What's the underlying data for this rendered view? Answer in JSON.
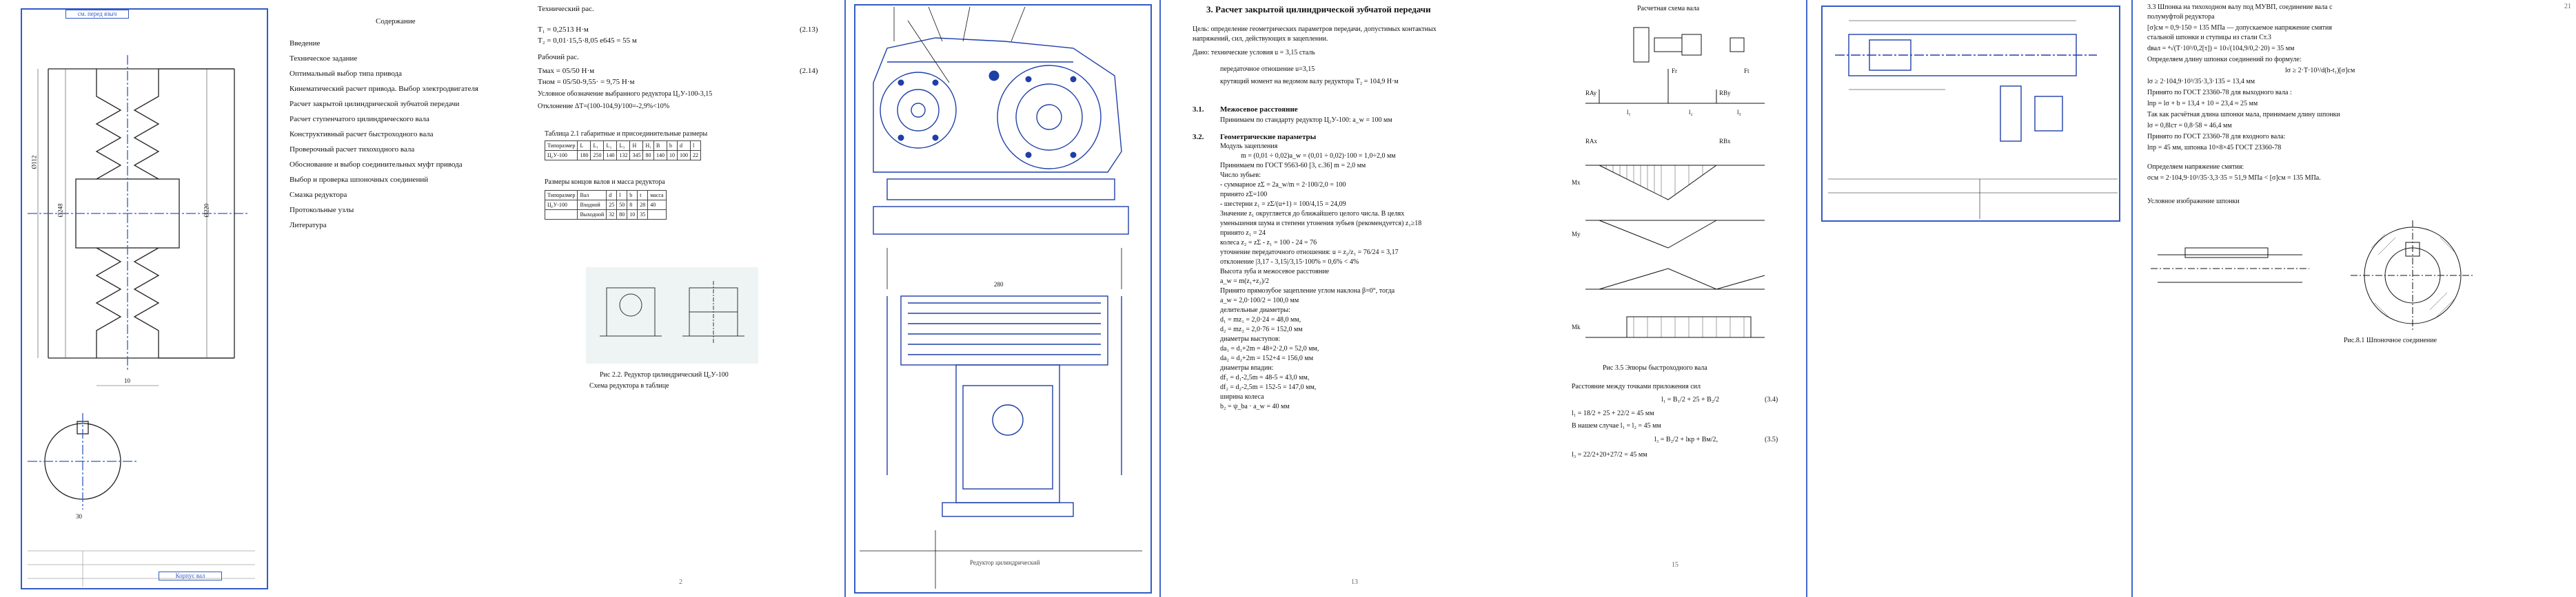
{
  "drawing1": {
    "stamp_top": "см. перед языч",
    "stamp_bottom": "Корпус вал",
    "dims": [
      "Ø112",
      "Ø248",
      "Ø220",
      "10",
      "30"
    ]
  },
  "toc": {
    "title": "Содержание",
    "items": [
      "Введение",
      "Техническое задание",
      "Оптимальный выбор типа привода",
      "Кинематический расчет привода. Выбор электродвигателя",
      "Расчет закрытой цилиндрической зубчатой передачи",
      "Расчет ступенчатого цилиндрического вала",
      "Конструктивный расчет быстроходного вала",
      "Проверочный расчет тихоходного вала",
      "Обоснование и выбор соединительных муфт привода",
      "Выбор и проверка шпоночных соединений",
      "Смазка редуктора",
      "Протокольные узлы",
      "Литература"
    ]
  },
  "calc1": {
    "lines": [
      "Технический рас.",
      "T₁ = 0,2513 Н·м",
      "T₂ = 0,01·15,5·8,05 е645 = 55 м",
      "Рабочий рас.",
      "Tмах = 05/50 Н·м",
      "Tном = 05/50-9,55· = 9,75 Н·м",
      "Условное обозначение выбранного редуктора Ц₂У-100-3,15",
      "Отклонение ΔT=(100-104,9)/100=-2,9%<10%"
    ],
    "eq1": "(2.13)",
    "eq2": "(2.14)",
    "table_title": "Таблица 2.1 габаритные и присоединительные размеры",
    "table1_head": [
      "Типоразмер",
      "L",
      "L₁",
      "L₂",
      "L₃",
      "H",
      "H₁",
      "B",
      "b",
      "d",
      "l"
    ],
    "table1_row": [
      "Ц₂У-100",
      "180",
      "250",
      "140",
      "132",
      "345",
      "80",
      "140",
      "10",
      "100",
      "22"
    ],
    "table2_title": "Размеры концов валов и масса редуктора",
    "table2_head": [
      "Типоразмер",
      "Вал",
      "d",
      "l",
      "b",
      "t",
      "масса"
    ],
    "table2_rows": [
      [
        "Ц₂У-100",
        "Входной",
        "25",
        "50",
        "8",
        "28",
        "40"
      ],
      [
        "",
        "Выходной",
        "32",
        "80",
        "10",
        "35",
        ""
      ]
    ],
    "fig_caption": "Рис 2.2. Редуктор цилиндрический Ц₂У-100",
    "fig_sub": "Схема редуктора в таблице"
  },
  "assembly": {
    "title_block": "Редуктор цилиндрический",
    "dim": "280"
  },
  "gear": {
    "heading": "3. Расчет закрытой цилиндрической зубчатой передачи",
    "intro": [
      "Цель: определение геометрических параметров передачи, допустимых контактных",
      "напряжений, сил, действующих в зацеплении.",
      "Дано: технические условия u = 3,15 сталь",
      "передаточное отношение u=3,15",
      "крутящий момент на ведомом валу редуктора T₂ = 104,9 Н·м"
    ],
    "s31": "3.1.",
    "s31_title": "Межосевое расстояние",
    "s31_text": "Принимаем по стандарту редуктор Ц₂У-100: a_w = 100 мм",
    "s32": "3.2.",
    "s32_title": "Геометрические параметры",
    "body": [
      "Модуль зацепления",
      "m = (0,01 ÷ 0,02)a_w = (0,01 ÷ 0,02)·100 = 1,0÷2,0 мм",
      "Принимаем по ГОСТ 9563-60 [3, c.36] m = 2,0 мм",
      "Число зубьев:",
      "- суммарное zΣ = 2a_w/m = 2·100/2,0 = 100",
      "принято zΣ=100",
      "- шестерни z₁ = zΣ/(u+1) = 100/4,15 = 24,09",
      "Значение z₁ округляется до ближайшего целого числа. В целях",
      "уменьшения шума и степени утонения зубьев (рекомендуется) z₁≥18",
      "принято z₁ = 24",
      "колеса z₂ = zΣ - z₁ = 100 - 24 = 76",
      "уточнение передаточного отношения: u = z₂/z₁ = 76/24 = 3,17",
      "отклонение |3,17 - 3,15|/3,15·100% = 0,6% < 4%",
      "Высота зуба и межосевое расстояние",
      "a_w = m(z₁+z₂)/2",
      "Принято прямозубое зацепление углом наклона β=0°, тогда",
      "a_w = 2,0·100/2 = 100,0 мм",
      "делительные диаметры:",
      "d₁ = mz₁ = 2,0·24 = 48,0 мм,",
      "d₂ = mz₂ = 2,0·76 = 152,0 мм",
      "диаметры выступов:",
      "da₁ = d₁+2m = 48+2·2,0 = 52,0 мм,",
      "da₂ = d₂+2m = 152+4 = 156,0 мм",
      "диаметры впадин:",
      "df₁ = d₁-2,5m = 48-5 = 43,0 мм,",
      "df₂ = d₂-2,5m = 152-5 = 147,0 мм,",
      "ширина колеса",
      "b₂ = ψ_ba · a_w = 40 мм"
    ]
  },
  "shaft": {
    "title": "Расчетная схема вала",
    "labels": [
      "Fr",
      "Ft",
      "RAy",
      "RBy",
      "RAx",
      "RBx",
      "Mx",
      "My",
      "Mk",
      "l₁",
      "l₂",
      "l₃"
    ],
    "caption": "Рис 3.5 Эпюры быстроходного вала",
    "lines": [
      "Расстояние между точками приложения сил",
      "l₁ = B₁/2 + 25 + B₂/2",
      "l₁ = 18/2 + 25 + 22/2 = 45 мм",
      "В нашем случае l₁ = l₂ = 45 мм",
      "l₃ = B₂/2 + lкр + Bм/2,",
      "l₃ = 22/2+20+27/2 = 45 мм"
    ],
    "eq1": "(3.4)",
    "eq2": "(3.5)"
  },
  "keys": {
    "lines": [
      "3.3  Шпонка на тихоходном валу под МУВП, соединение вала с",
      "полумуфтой редуктора",
      "[σ]см = 0,9·150 = 135 МПа — допускаемое напряжение смятия",
      "стальной шпонки и ступицы из стали Ст.3",
      "dвал = ⁴√(T·10³/0,2[τ]) = 10√(104,9/0,2·20) = 35 мм",
      "Определяем длину шпонки соединений по формуле:",
      "lσ ≥ 2·T·10³/d(h-t₁)[σ]см",
      "lσ ≥ 2·104,9·10³/35·3,3·135 = 13,4 мм",
      "Принято по ГОСТ 23360-78  для выходного вала :",
      "lпр = lσ + b = 13,4 + 10 = 23,4 ≈ 25 мм",
      "Так как расчётная длина шпонки мала, принимаем длину шпонки",
      "lσ = 0,8lст = 0,8·58 = 46,4 мм",
      "Принято по ГОСТ 23360-78  для входного вала:",
      "lпр = 45 мм, шпонка 10×8×45 ГОСТ 23360-78",
      "Определяем напряжение смятия:",
      "σсм = 2·104,9·10³/35·3,3·35 = 51,9 МПа < [σ]см = 135 МПа."
    ],
    "sketch_title": "Условное изображение шпонки",
    "caption": "Рис.8.1 Шпоночное соединение"
  },
  "page_numbers": [
    "2",
    "13",
    "15",
    "21"
  ]
}
